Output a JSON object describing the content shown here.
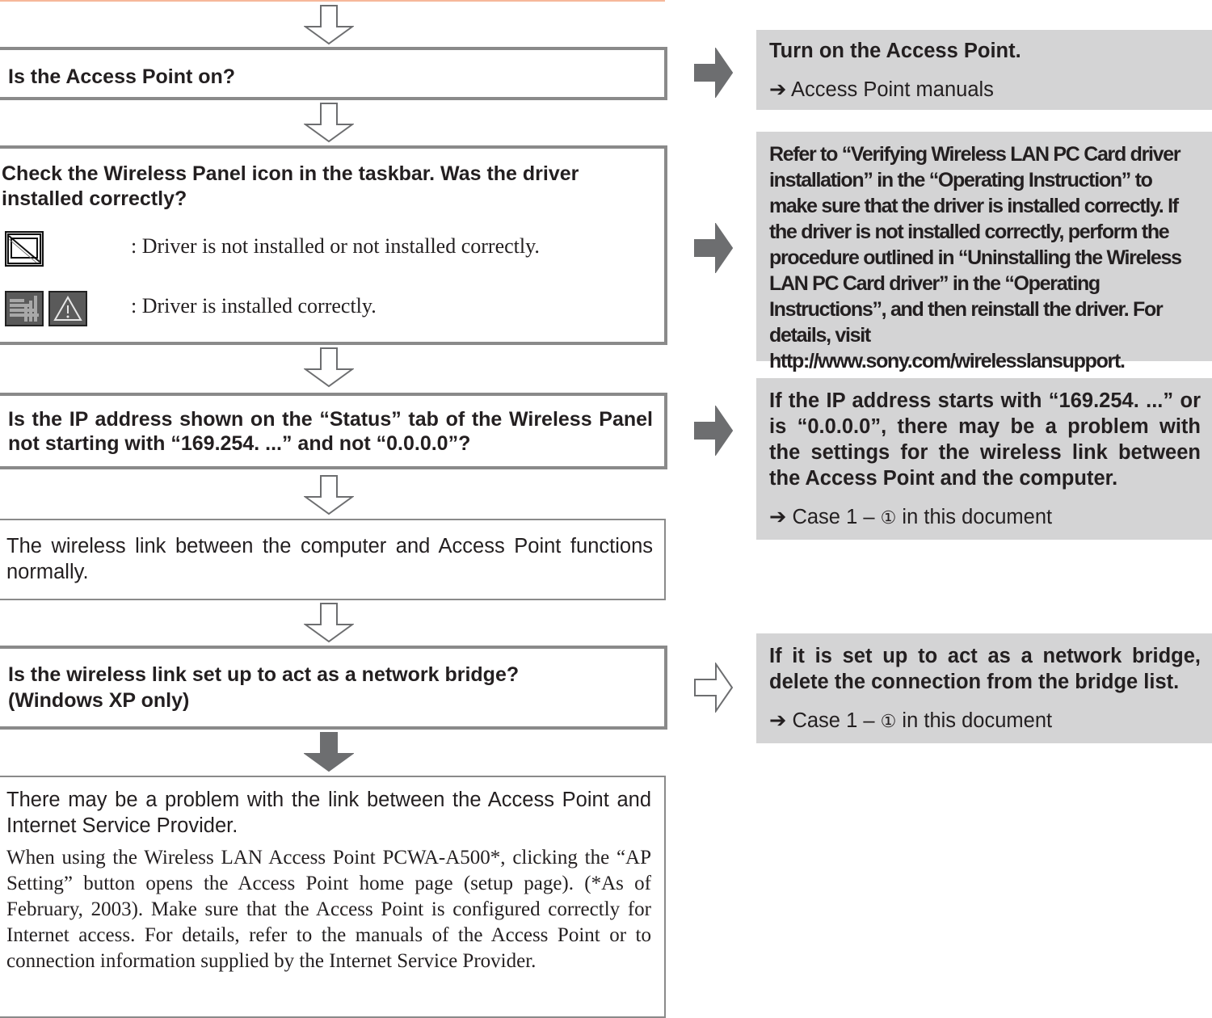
{
  "flow": {
    "q1": "Is the Access Point on?",
    "q2": "Check the Wireless Panel icon in the taskbar. Was the driver installed correctly?",
    "q2_items": [
      {
        "icon": "driver-not-installed-icon",
        "label": ": Driver is not installed or not installed correctly."
      },
      {
        "icon": "signal-and-warning-icons",
        "label": ": Driver is installed correctly."
      }
    ],
    "q3": "Is the IP address shown on the “Status” tab of the Wireless Panel not starting with “169.254. ...” and not “0.0.0.0”?",
    "result1": "The wireless link between the computer and Access Point functions normally.",
    "q4_line1": "Is the wireless link set up to act as a network bridge?",
    "q4_line2": "(Windows XP only)",
    "final_heading": "There may be a problem with the link between the Access Point and Internet Service Provider.",
    "final_body": "When using the Wireless LAN Access Point PCWA-A500*, clicking the “AP Setting” button opens the Access Point home page (setup page). (*As of February, 2003). Make sure that the Access Point is configured correctly for Internet access. For details, refer to the manuals of the Access Point or to connection information supplied by the Internet Service Provider."
  },
  "panels": {
    "p1_title": "Turn on the Access Point.",
    "p1_ref": "➔ Access Point manuals",
    "p2_text": "Refer to “Verifying Wireless LAN PC Card driver installation” in the “Operating Instruction” to make sure that the driver is installed correctly. If the driver is not installed correctly, perform the procedure outlined in “Uninstalling the Wireless LAN PC Card driver” in the “Operating Instructions”, and then reinstall the driver. For details, visit http://www.sony.com/wirelesslansupport.",
    "p3_title": "If the IP address starts with “169.254. ...” or is “0.0.0.0”, there may be a problem with the settings for the wireless link between the Access Point and the computer.",
    "p3_ref_prefix": "➔ Case 1 – ",
    "p3_ref_circled": "①",
    "p3_ref_suffix": " in this document",
    "p4_title": "If it is set up to act as a network bridge, delete the connection from the bridge list.",
    "p4_ref_prefix": "➔ Case 1 – ",
    "p4_ref_circled": "①",
    "p4_ref_suffix": " in this document"
  },
  "colors": {
    "panel_bg": "#d4d4d5",
    "box_border": "#8a8a8a",
    "arrow_fill": "#6d6e70",
    "accent_line": "#f6b89a"
  }
}
